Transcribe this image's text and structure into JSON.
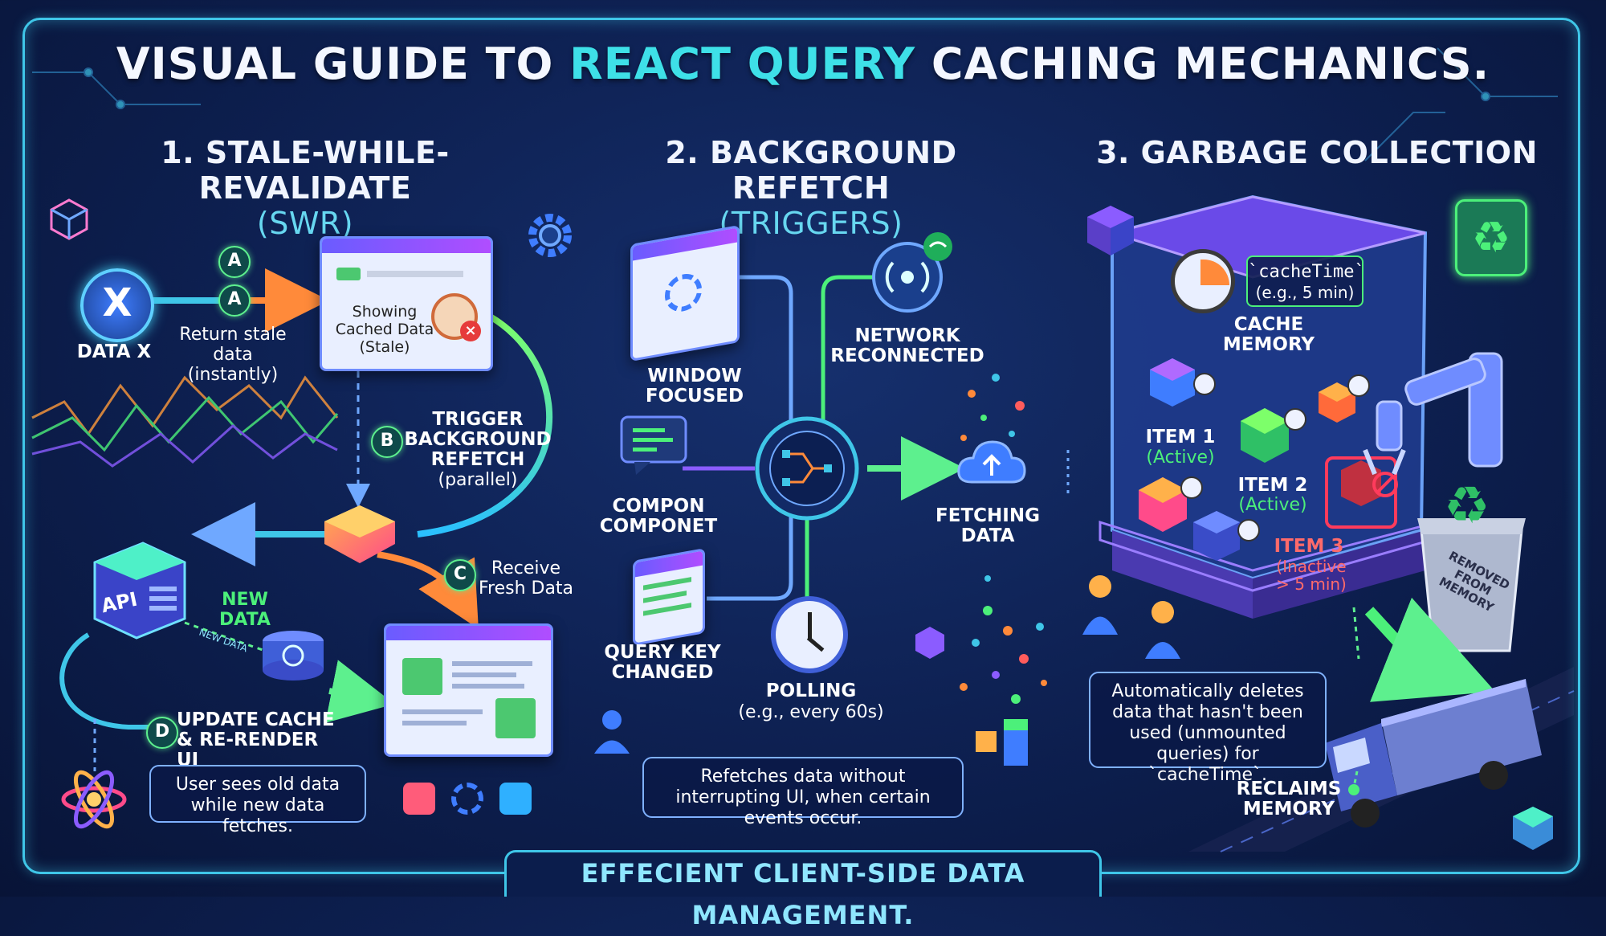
{
  "header": {
    "title_prefix": "VISUAL GUIDE TO ",
    "title_accent": "REACT QUERY",
    "title_suffix": " CACHING MECHANICS."
  },
  "sections": {
    "swr": {
      "title": "1. STALE-WHILE-REVALIDATE",
      "subtitle": "(SWR)",
      "data_x_letter": "X",
      "data_x_label": "DATA X",
      "badge_a": "A",
      "return_stale": "Return stale data (instantly)",
      "cached_window_text": "Showing Cached Data (Stale)",
      "badge_b": "B",
      "trigger_title": "TRIGGER BACKGROUND REFETCH",
      "trigger_sub": "(parallel)",
      "badge_c": "C",
      "receive_fresh": "Receive Fresh Data",
      "api_label": "API",
      "new_data": "NEW DATA",
      "new_data_arrow": "NEW DATA",
      "badge_d": "D",
      "update_cache": "UPDATE CACHE & RE-RENDER UI",
      "callout": "User sees old data while new data fetches."
    },
    "refetch": {
      "title": "2. BACKGROUND REFETCH",
      "subtitle": "(TRIGGERS)",
      "window_focused": "WINDOW FOCUSED",
      "network_reconnected": "NETWORK RECONNECTED",
      "component": "COMPON COMPONET",
      "fetching": "FETCHING DATA",
      "query_key": "QUERY KEY CHANGED",
      "polling": "POLLING",
      "polling_sub": "(e.g., every 60s)",
      "callout": "Refetches data without interrupting UI, when certain events occur."
    },
    "gc": {
      "title": "3. GARBAGE COLLECTION",
      "cache_time": "`cacheTime`",
      "cache_time_sub": "(e.g., 5 min)",
      "cache_memory": "CACHE MEMORY",
      "item1": "ITEM 1",
      "item1_status": "(Active)",
      "item2": "ITEM 2",
      "item2_status": "(Active)",
      "item3": "ITEM 3",
      "item3_status": "(Inactive > 5 min)",
      "bin_label": "REMOVED FROM MEMORY",
      "callout": "Automatically deletes data that hasn't been used (unmounted queries) for `cacheTime`.",
      "reclaims": "RECLAIMS MEMORY"
    }
  },
  "footer": {
    "text": "EFFECIENT CLIENT-SIDE DATA MANAGEMENT."
  },
  "colors": {
    "background": "#0d1f4f",
    "frame": "#3fc6e8",
    "accent_cyan": "#3ee0e8",
    "green": "#4cf07a",
    "orange": "#ff8a3a",
    "purple": "#8b5cff"
  }
}
